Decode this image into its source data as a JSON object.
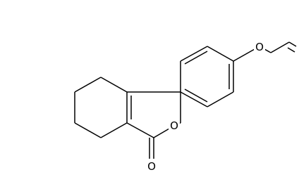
{
  "molecule": {
    "atoms": [
      {
        "id": "carbonyl-oxygen",
        "symbol": "O"
      },
      {
        "id": "ring-oxygen",
        "symbol": "O"
      },
      {
        "id": "ether-oxygen",
        "symbol": "O"
      }
    ]
  },
  "colors": {
    "bond": "#000000",
    "label": "#000000",
    "background": "#ffffff"
  }
}
